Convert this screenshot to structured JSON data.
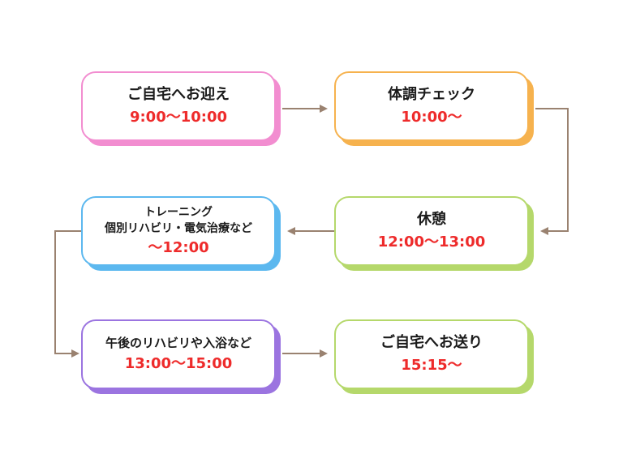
{
  "steps": [
    {
      "id": "pickup",
      "title": "ご自宅へお迎え",
      "time": "9:00〜10:00",
      "color": "#f28dd0"
    },
    {
      "id": "health-check",
      "title": "体調チェック",
      "time": "10:00〜",
      "color": "#f6b24e"
    },
    {
      "id": "break",
      "title": "休憩",
      "time": "12:00〜13:00",
      "color": "#b5d86b"
    },
    {
      "id": "training",
      "title_lines": [
        "トレーニング",
        "個別リハビリ・電気治療など"
      ],
      "time": "〜12:00",
      "color": "#5cb8ef"
    },
    {
      "id": "afternoon",
      "title": "午後のリハビリや入浴など",
      "time": "13:00〜15:00",
      "color": "#9b74e0"
    },
    {
      "id": "dropoff",
      "title": "ご自宅へお送り",
      "time": "15:15〜",
      "color": "#b5d86b"
    }
  ],
  "colors": {
    "connector": "#9a8270",
    "time_text": "#ee2b2b"
  }
}
